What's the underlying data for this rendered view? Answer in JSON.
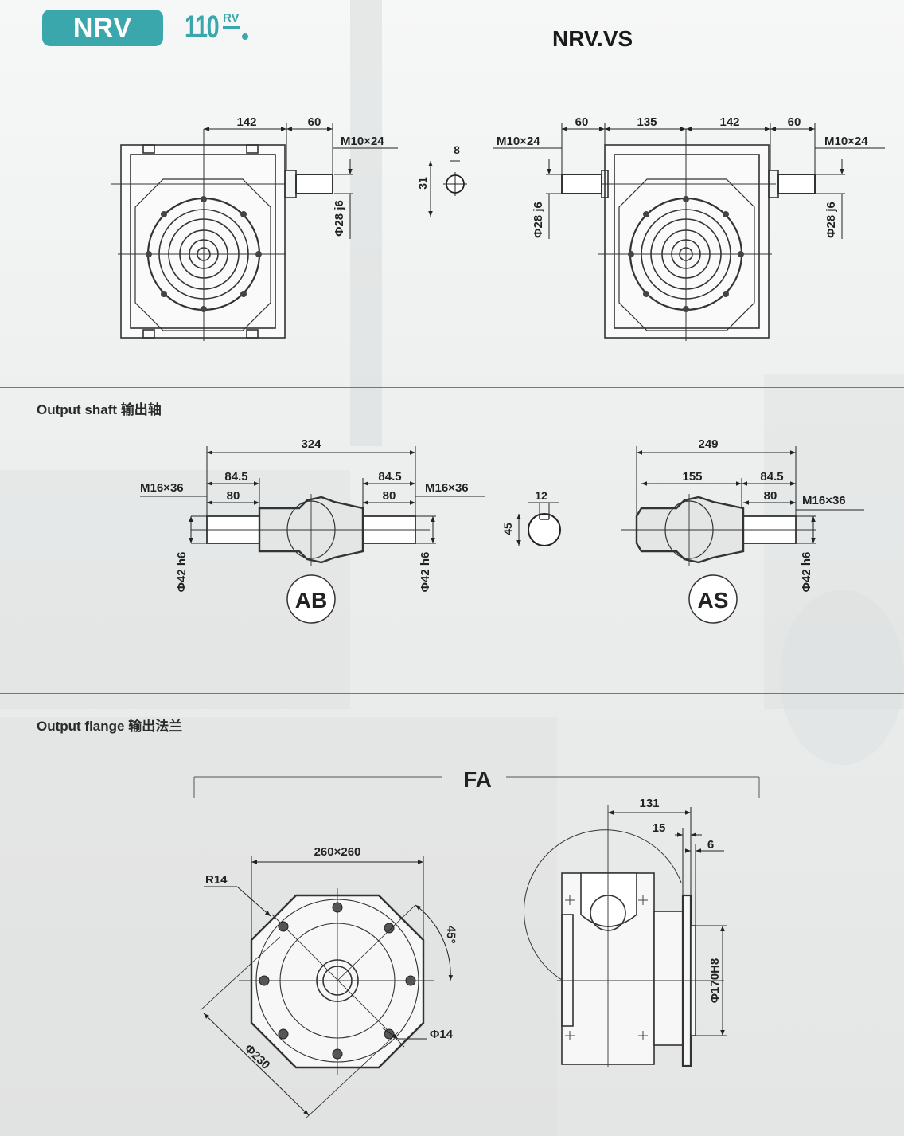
{
  "header": {
    "series_badge": "NRV",
    "model_number": "110",
    "model_suffix": "RV",
    "variant_title": "NRV.VS"
  },
  "top_view": {
    "left": {
      "dim_body": "142",
      "dim_shaft": "60",
      "thread": "M10×24",
      "shaft_dia": "Φ28 j6"
    },
    "key": {
      "width": "8",
      "height": "31"
    },
    "right": {
      "dim_shaft_left": "60",
      "dim_left": "135",
      "dim_right": "142",
      "dim_shaft_right": "60",
      "thread_left": "M10×24",
      "thread_right": "M10×24",
      "shaft_dia_left": "Φ28 j6",
      "shaft_dia_right": "Φ28 j6"
    }
  },
  "output_shaft": {
    "title": "Output shaft 输出轴",
    "ab": {
      "total": "324",
      "ext_left": "84.5",
      "ext_right": "84.5",
      "shaft_left": "80",
      "shaft_right": "80",
      "thread_left": "M16×36",
      "thread_right": "M16×36",
      "dia_left": "Φ42 h6",
      "dia_right": "Φ42 h6",
      "label": "AB"
    },
    "key": {
      "width": "12",
      "height": "45"
    },
    "as": {
      "total": "249",
      "body": "155",
      "ext": "84.5",
      "shaft": "80",
      "thread": "M16×36",
      "dia": "Φ42 h6",
      "label": "AS"
    }
  },
  "output_flange": {
    "title": "Output flange 输出法兰",
    "group_label": "FA",
    "front": {
      "size": "260×260",
      "radius": "R14",
      "angle": "45°",
      "hole": "Φ14",
      "pcd": "Φ230"
    },
    "side": {
      "depth": "131",
      "flange_thick": "15",
      "spigot": "6",
      "spigot_dia": "Φ170H8"
    }
  }
}
